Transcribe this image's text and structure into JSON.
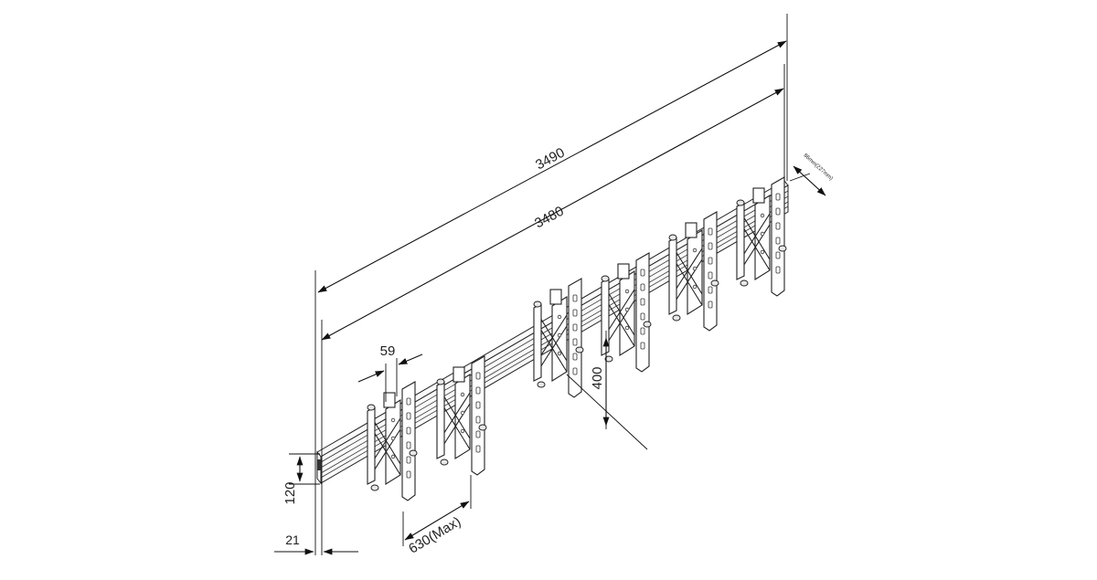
{
  "diagram": {
    "dimensions": {
      "overall_length": "3490",
      "rail_length": "3480",
      "bracket_width": "59",
      "vertical_height": "400",
      "rail_height": "120",
      "end_offset": "21",
      "bracket_spacing": "630(Max)",
      "depth": "86mm(227mm)"
    },
    "bracket_count": 6
  }
}
